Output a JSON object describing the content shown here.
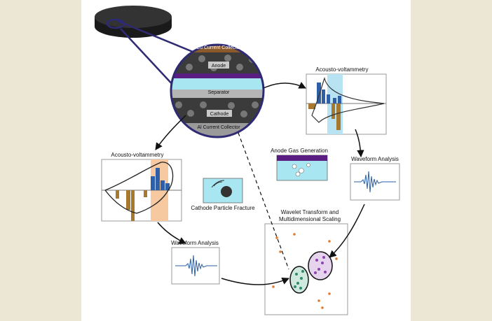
{
  "labels": {
    "cu_collector": "Cu Current Collector",
    "anode": "Anode",
    "separator": "Separator",
    "cathode": "Cathode",
    "al_collector": "Al Current Collector",
    "acousto_top": "Acousto-voltammetry",
    "acousto_left": "Acousto-voltammetry",
    "anode_gas": "Anode Gas Generation",
    "cathode_fracture": "Cathode Particle Fracture",
    "waveform_right": "Waveform Analysis",
    "waveform_left": "Waveform Analysis",
    "wavelet_line1": "Wavelet Transform and",
    "wavelet_line2": "Multidimensional Scaling"
  },
  "colors": {
    "background": "#ece6d4",
    "panel": "#ffffff",
    "navy": "#2e2a73",
    "copper": "#8a5a2b",
    "anode_purple": "#5a1e82",
    "separator_cyan": "#a8e6f2",
    "particles": "#3b3b3b",
    "bar_blue": "#2f5fa6",
    "bar_orange": "#a6792f",
    "highlight_orange": "#f6c9a0",
    "highlight_cyan": "#b7e3f2",
    "waveform_blue": "#2a5ea8",
    "cluster_teal": "#2e8b6e",
    "cluster_purple": "#8e44ad",
    "scatter_orange": "#e07b2e"
  },
  "icons": [
    "coin-cell-icon",
    "gas-bubble-icon",
    "acoustic-wave-icon",
    "fractured-particle-icon"
  ]
}
